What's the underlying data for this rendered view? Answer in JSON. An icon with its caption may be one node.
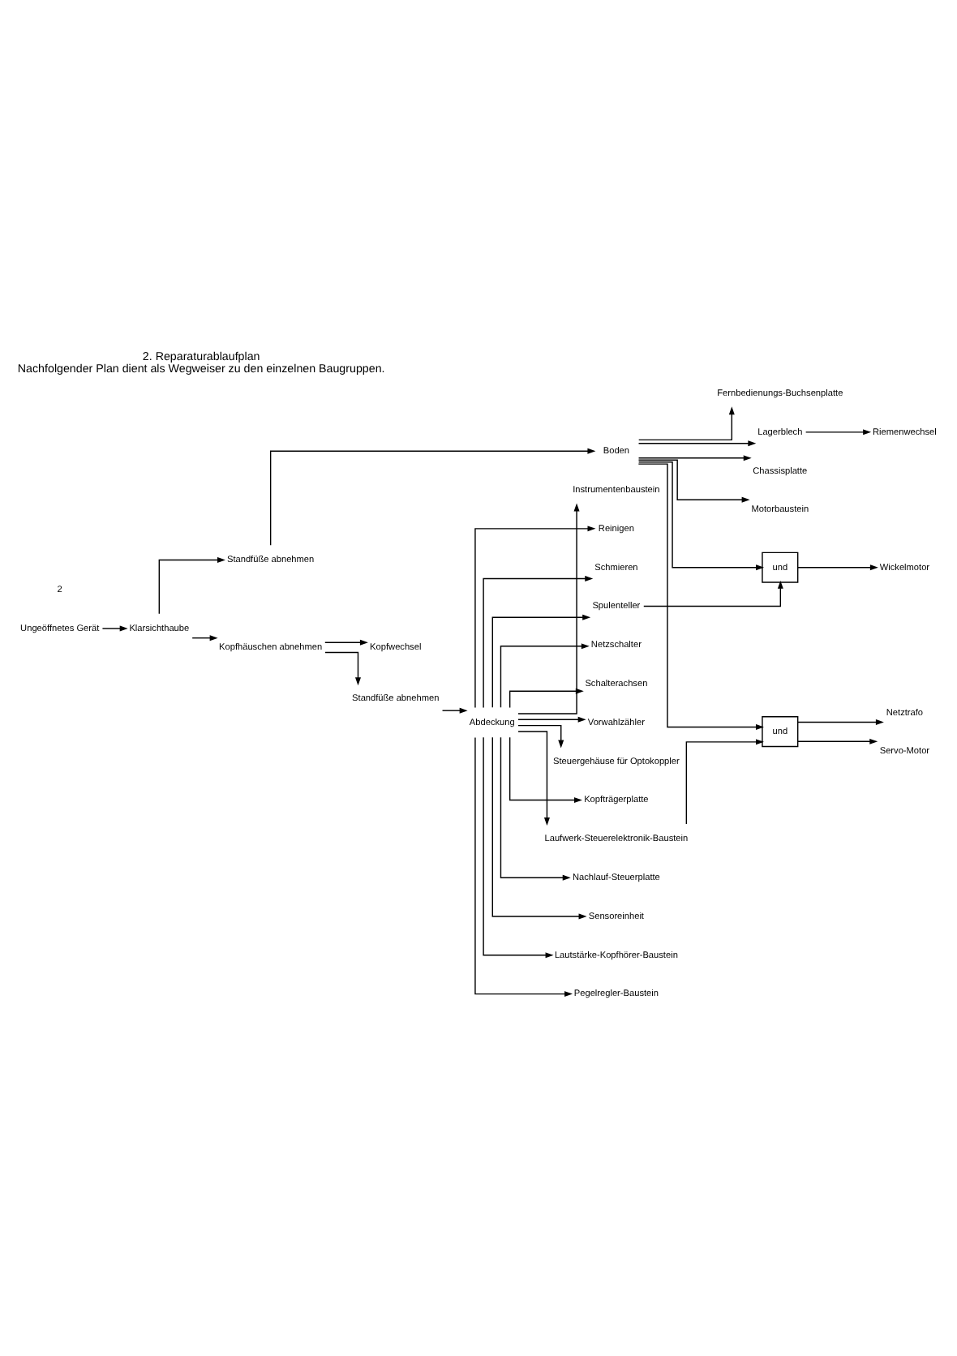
{
  "diagram": {
    "title": "2. Reparaturablaufplan",
    "caption": "Nachfolgender Plan dient als Wegweiser zu den einzelnen Baugruppen.",
    "nodes": [
      {
        "text": [
          "Ungeöffnetes Gerät"
        ]
      },
      {
        "text": [
          "Klarsichthaube"
        ]
      },
      {
        "text": [
          "Standfüße abnehmen"
        ]
      },
      {
        "text": [
          "Kopfhäuschen abnehmen"
        ]
      },
      {
        "text": [
          "Kopfwechsel"
        ]
      },
      {
        "text": [
          "Standfüße abnehmen"
        ]
      },
      {
        "text": [
          "Abdeckung"
        ]
      },
      {
        "text": [
          "Boden"
        ]
      },
      {
        "text": [
          "Chassisplatte"
        ]
      },
      {
        "text": [
          "Motorbaustein"
        ]
      },
      {
        "text": [
          "Fernbedienungs-Buchsenplatte"
        ]
      },
      {
        "text": [
          "Lagerblech"
        ]
      },
      {
        "text": [
          "Riemenwechsel"
        ]
      },
      {
        "text": [
          "Netzschalter"
        ]
      },
      {
        "text": [
          "Schalterachsen"
        ]
      },
      {
        "text": [
          "Vorwahlzähler"
        ]
      },
      {
        "text": [
          "Spulenteller"
        ]
      },
      {
        "text": [
          "und"
        ]
      },
      {
        "text": [
          "Wickelmotor"
        ]
      },
      {
        "text": [
          "Steuergehäuse für Optokoppler"
        ]
      },
      {
        "text": [
          "Kopfträgerplatte"
        ]
      },
      {
        "text": [
          "Laufwerk-Steuerelektronik-Baustein"
        ]
      },
      {
        "text": [
          "und"
        ]
      },
      {
        "text": [
          "Netztrafo"
        ]
      },
      {
        "text": [
          "Servo-Motor"
        ]
      },
      {
        "text": [
          "Nachlauf-Steuerplatte"
        ]
      },
      {
        "text": [
          "Sensoreinheit"
        ]
      },
      {
        "text": [
          "Lautstärke-Kopfhörer-Baustein"
        ]
      },
      {
        "text": [
          "Pegelregler-Baustein"
        ]
      },
      {
        "text": [
          "Instrumentenbaustein"
        ]
      },
      {
        "text": [
          "Reinigen"
        ]
      },
      {
        "text": [
          "Schmieren"
        ]
      }
    ],
    "edges": [
      {
        "from": 0,
        "to": 1,
        "arrow": "to"
      },
      {
        "from": 1,
        "to": 2,
        "arrow": "to"
      },
      {
        "from": 1,
        "to": 3,
        "arrow": "to"
      },
      {
        "from": 3,
        "to": 4,
        "arrow": "to"
      },
      {
        "from": 3,
        "to": 5,
        "arrow": "to"
      },
      {
        "from": 5,
        "to": 6,
        "arrow": "to"
      },
      {
        "from": 2,
        "to": 7,
        "arrow": "to"
      },
      {
        "from": 7,
        "to": 8,
        "arrow": "to"
      },
      {
        "from": 7,
        "to": 9,
        "arrow": "to"
      },
      {
        "from": 7,
        "to": 10,
        "arrow": "to"
      },
      {
        "from": 7,
        "to": 11,
        "arrow": "to"
      },
      {
        "from": 11,
        "to": 12,
        "arrow": "to"
      },
      {
        "from": 6,
        "to": 13,
        "arrow": "to"
      },
      {
        "from": 6,
        "to": 14,
        "arrow": "to"
      },
      {
        "from": 6,
        "to": 15,
        "arrow": "to"
      },
      {
        "from": 6,
        "to": 16,
        "arrow": "to"
      },
      {
        "from": 16,
        "to": 17,
        "arrow": "to"
      },
      {
        "from": 7,
        "to": 17,
        "arrow": "to"
      },
      {
        "from": 17,
        "to": 18,
        "arrow": "to"
      },
      {
        "from": 6,
        "to": 19,
        "arrow": "to"
      },
      {
        "from": 6,
        "to": 20,
        "arrow": "to"
      },
      {
        "from": 6,
        "to": 21,
        "arrow": "to"
      },
      {
        "from": 7,
        "to": 22,
        "arrow": "to"
      },
      {
        "from": 21,
        "to": 22,
        "arrow": "to"
      },
      {
        "from": 22,
        "to": 23,
        "arrow": "to"
      },
      {
        "from": 22,
        "to": 24,
        "arrow": "to"
      },
      {
        "from": 6,
        "to": 25,
        "arrow": "to"
      },
      {
        "from": 6,
        "to": 26,
        "arrow": "to"
      },
      {
        "from": 6,
        "to": 27,
        "arrow": "to"
      },
      {
        "from": 6,
        "to": 28,
        "arrow": "to"
      },
      {
        "from": 6,
        "to": 29,
        "arrow": "to"
      },
      {
        "from": 6,
        "to": 30,
        "arrow": "to"
      },
      {
        "from": 6,
        "to": 31,
        "arrow": "to"
      }
    ],
    "labels": [
      "2"
    ]
  }
}
